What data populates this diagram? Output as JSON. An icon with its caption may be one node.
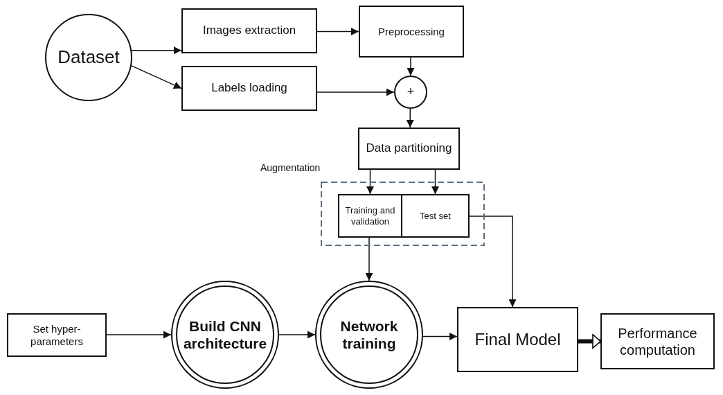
{
  "diagram": {
    "nodes": [
      {
        "text": [
          "Dataset"
        ]
      },
      {
        "text": [
          "Images extraction"
        ]
      },
      {
        "text": [
          "Preprocessing"
        ]
      },
      {
        "text": [
          "Labels loading"
        ]
      },
      {
        "text": [
          "+"
        ]
      },
      {
        "text": [
          "Data partitioning"
        ]
      },
      {
        "text": [
          "Augmentation"
        ]
      },
      {
        "text": [
          "Training and validation"
        ],
        "in": 6
      },
      {
        "text": [
          "Test set"
        ],
        "in": 6
      },
      {
        "text": [
          "Set hyper-parameters"
        ]
      },
      {
        "text": [
          "Build CNN architecture"
        ]
      },
      {
        "text": [
          "Network training"
        ]
      },
      {
        "text": [
          "Final Model"
        ]
      },
      {
        "text": [
          "Performance computation"
        ]
      }
    ],
    "edges": [
      {
        "from": 0,
        "to": 1,
        "arrow": "to"
      },
      {
        "from": 0,
        "to": 3,
        "arrow": "to"
      },
      {
        "from": 1,
        "to": 2,
        "arrow": "to"
      },
      {
        "from": 2,
        "to": 4,
        "arrow": "to"
      },
      {
        "from": 3,
        "to": 4,
        "arrow": "to"
      },
      {
        "from": 4,
        "to": 5,
        "arrow": "to"
      },
      {
        "from": 5,
        "to": 7,
        "arrow": "to"
      },
      {
        "from": 5,
        "to": 8,
        "arrow": "to"
      },
      {
        "from": 7,
        "to": 11,
        "arrow": "to"
      },
      {
        "from": 8,
        "to": 12,
        "arrow": "to"
      },
      {
        "from": 9,
        "to": 10,
        "arrow": "to"
      },
      {
        "from": 10,
        "to": 11,
        "arrow": "to"
      },
      {
        "from": 11,
        "to": 12,
        "arrow": "to"
      },
      {
        "from": 12,
        "to": 13,
        "arrow": "to",
        "style": "thick"
      }
    ]
  }
}
